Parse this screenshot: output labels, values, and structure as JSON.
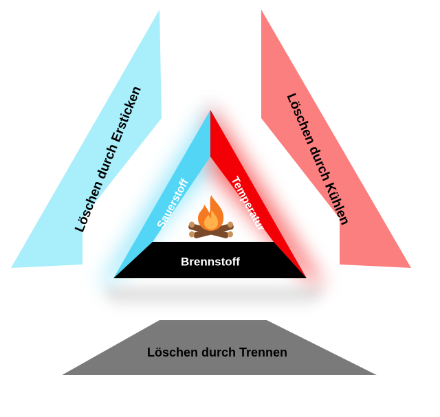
{
  "triangle": {
    "sides": {
      "left": "Sauerstoff",
      "right": "Temperatur",
      "bottom": "Brennstoff"
    }
  },
  "methods": {
    "oxygen": "Löschen durch Ersticken",
    "temperature": "Löschen durch Kühlen",
    "fuel": "Löschen durch Trennen"
  },
  "colors": {
    "oxygen": "#53d6f6",
    "oxygen_light": "#a8eefb",
    "temperature": "#f20006",
    "temperature_light": "#fb7f7f",
    "fuel": "#000000",
    "fuel_light": "#7a7a7a",
    "fire": "#f47920",
    "wood": "#7a4a2a"
  },
  "icons": {
    "center": "campfire-icon"
  }
}
